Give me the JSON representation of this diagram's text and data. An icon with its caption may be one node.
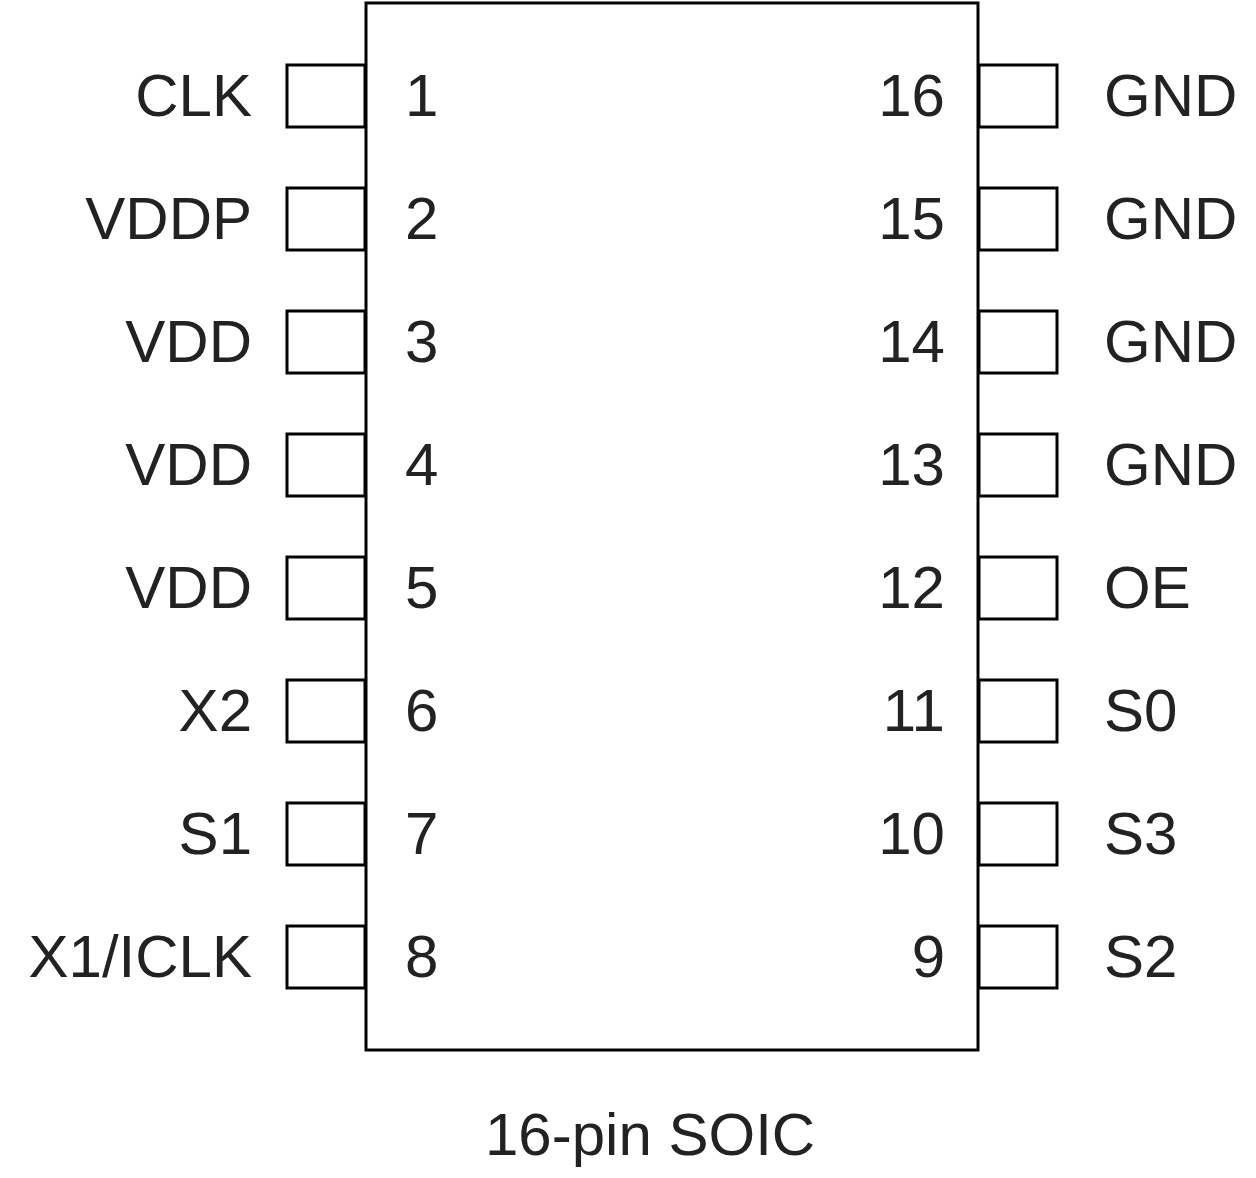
{
  "diagram": {
    "caption": "16-pin SOIC",
    "labels": [
      "CLK",
      "1",
      "16",
      "GND",
      "VDDP",
      "2",
      "15",
      "GND",
      "VDD",
      "3",
      "14",
      "GND",
      "VDD",
      "4",
      "13",
      "GND",
      "VDD",
      "5",
      "12",
      "OE",
      "X2",
      "6",
      "11",
      "S0",
      "S1",
      "7",
      "10",
      "S3",
      "X1/ICLK",
      "8",
      "9",
      "S2"
    ]
  }
}
